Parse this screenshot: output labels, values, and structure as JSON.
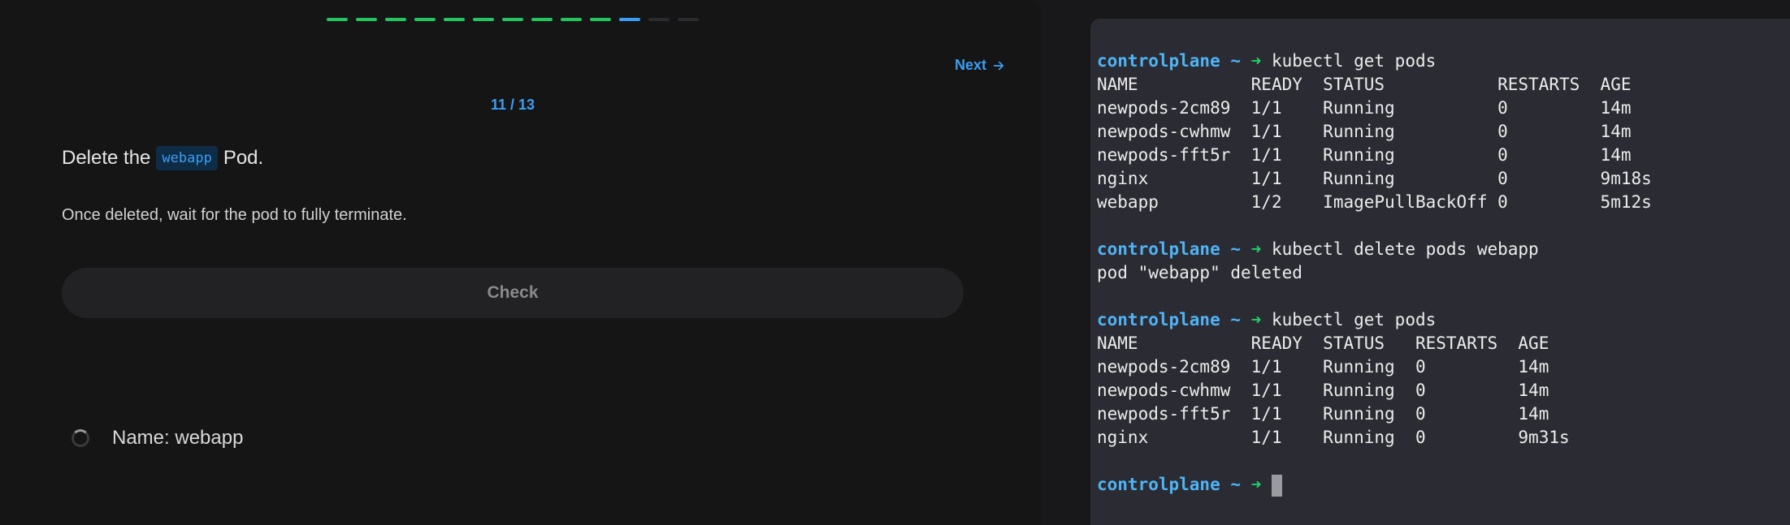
{
  "progress": {
    "segments": [
      "done",
      "done",
      "done",
      "done",
      "done",
      "done",
      "done",
      "done",
      "done",
      "done",
      "current",
      "todo",
      "todo"
    ]
  },
  "nav": {
    "next_label": "Next",
    "next_icon": "arrow-right-icon"
  },
  "task": {
    "counter": "11 / 13",
    "title_prefix": "Delete the",
    "title_code": "webapp",
    "title_suffix": "Pod.",
    "subtitle": "Once deleted, wait for the pod to fully terminate.",
    "check_label": "Check",
    "items": [
      {
        "label": "Name: webapp",
        "status_icon": "spinner-icon"
      }
    ]
  },
  "terminal": {
    "host": "controlplane ~",
    "arrow": "➜",
    "blocks": [
      {
        "command": "kubectl get pods",
        "table": {
          "columns": [
            "NAME",
            "READY",
            "STATUS",
            "RESTARTS",
            "AGE"
          ],
          "widths": [
            15,
            7,
            17,
            10,
            7
          ],
          "rows": [
            [
              "newpods-2cm89",
              "1/1",
              "Running",
              "0",
              "14m"
            ],
            [
              "newpods-cwhmw",
              "1/1",
              "Running",
              "0",
              "14m"
            ],
            [
              "newpods-fft5r",
              "1/1",
              "Running",
              "0",
              "14m"
            ],
            [
              "nginx",
              "1/1",
              "Running",
              "0",
              "9m18s"
            ],
            [
              "webapp",
              "1/2",
              "ImagePullBackOff",
              "0",
              "5m12s"
            ]
          ]
        }
      },
      {
        "command": "kubectl delete pods webapp",
        "output": [
          "pod \"webapp\" deleted"
        ]
      },
      {
        "command": "kubectl get pods",
        "table": {
          "columns": [
            "NAME",
            "READY",
            "STATUS",
            "RESTARTS",
            "AGE"
          ],
          "widths": [
            15,
            7,
            9,
            10,
            7
          ],
          "rows": [
            [
              "newpods-2cm89",
              "1/1",
              "Running",
              "0",
              "14m"
            ],
            [
              "newpods-cwhmw",
              "1/1",
              "Running",
              "0",
              "14m"
            ],
            [
              "newpods-fft5r",
              "1/1",
              "Running",
              "0",
              "14m"
            ],
            [
              "nginx",
              "1/1",
              "Running",
              "0",
              "9m31s"
            ]
          ]
        }
      }
    ],
    "current_command": ""
  },
  "colors": {
    "accent": "#3b9ef5",
    "done": "#22c55e",
    "prompt_host": "#4fb3f5",
    "prompt_arrow": "#22d36a"
  }
}
